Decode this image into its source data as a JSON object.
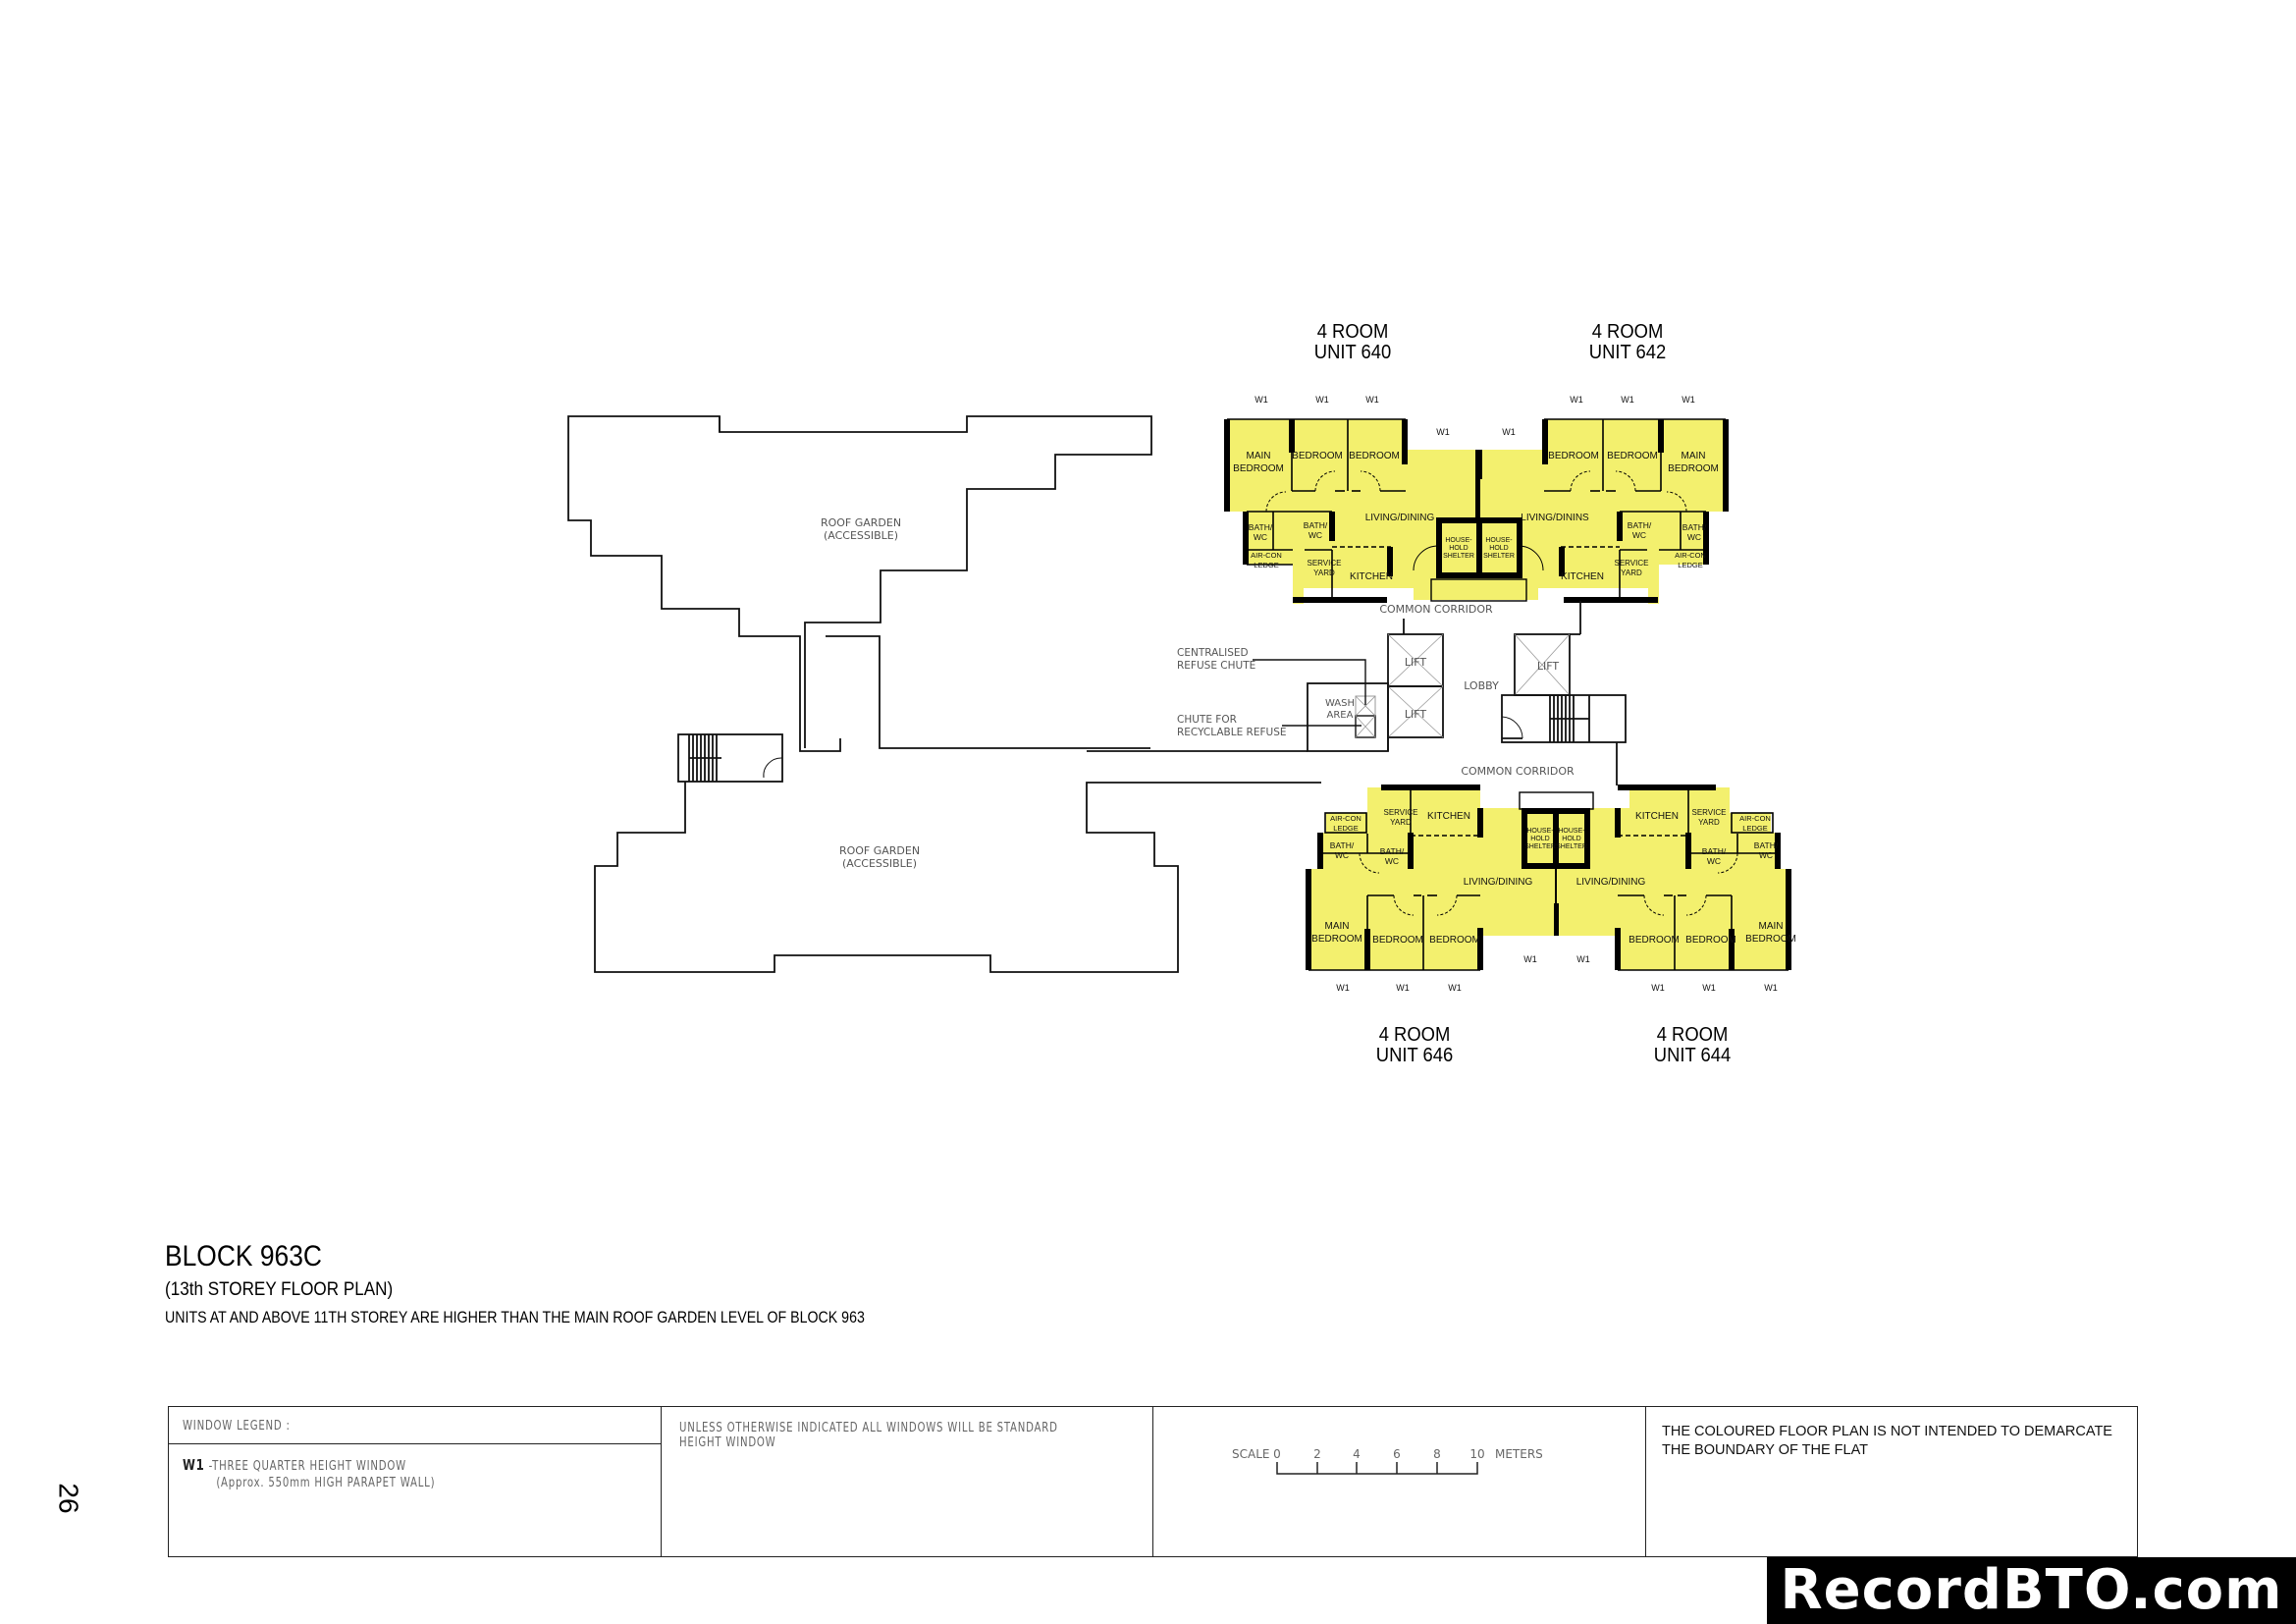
{
  "colors": {
    "unit_fill": "#f3f06e",
    "wall": "#000000",
    "outline": "#111111",
    "cad_text": "#555555",
    "background": "#ffffff"
  },
  "units": [
    {
      "type": "4 ROOM",
      "unit": "UNIT 640",
      "position": "top-left"
    },
    {
      "type": "4 ROOM",
      "unit": "UNIT 642",
      "position": "top-right"
    },
    {
      "type": "4 ROOM",
      "unit": "UNIT 646",
      "position": "bottom-left"
    },
    {
      "type": "4 ROOM",
      "unit": "UNIT 644",
      "position": "bottom-right"
    }
  ],
  "rooms": {
    "main_bedroom_1": "MAIN",
    "main_bedroom_2": "BEDROOM",
    "bedroom": "BEDROOM",
    "living": "LIVING/DINING",
    "living_alt": "LIVING/DININS",
    "kitchen": "KITCHEN",
    "bath_1": "BATH/",
    "bath_2": "WC",
    "aircon_1": "AIR-CON",
    "aircon_2": "LEDGE",
    "service_1": "SERVICE",
    "service_2": "YARD",
    "shelter_1": "HOUSE-",
    "shelter_2": "HOLD",
    "shelter_3": "SHELTER",
    "window": "W1"
  },
  "common": {
    "corridor": "COMMON CORRIDOR",
    "lift": "LIFT",
    "lobby": "LOBBY",
    "wash_1": "WASH",
    "wash_2": "AREA",
    "refuse_1": "CENTRALISED",
    "refuse_2": "REFUSE CHUTE",
    "recycle_1": "CHUTE FOR",
    "recycle_2": "RECYCLABLE REFUSE",
    "roof_garden_1": "ROOF GARDEN",
    "roof_garden_2": "(ACCESSIBLE)"
  },
  "block": {
    "title": "BLOCK 963C",
    "subtitle": "(13th STOREY FLOOR PLAN)",
    "note": "UNITS AT AND ABOVE 11TH STOREY ARE HIGHER THAN THE MAIN ROOF GARDEN LEVEL OF BLOCK 963"
  },
  "legend": {
    "heading": "WINDOW LEGEND :",
    "w1_code": "W1",
    "w1_desc": "-THREE QUARTER HEIGHT WINDOW",
    "w1_detail": "(Approx. 550mm HIGH PARAPET WALL)",
    "standard_note_1": "UNLESS OTHERWISE INDICATED ALL WINDOWS WILL BE STANDARD",
    "standard_note_2": "HEIGHT WINDOW",
    "scale_label": "SCALE",
    "scale_ticks": [
      "0",
      "2",
      "4",
      "6",
      "8",
      "10"
    ],
    "scale_unit": "METERS",
    "disclaimer_1": "THE COLOURED FLOOR PLAN IS NOT INTENDED TO DEMARCATE",
    "disclaimer_2": "THE BOUNDARY OF THE FLAT"
  },
  "page_number": "26",
  "watermark": "RecordBTO.com"
}
